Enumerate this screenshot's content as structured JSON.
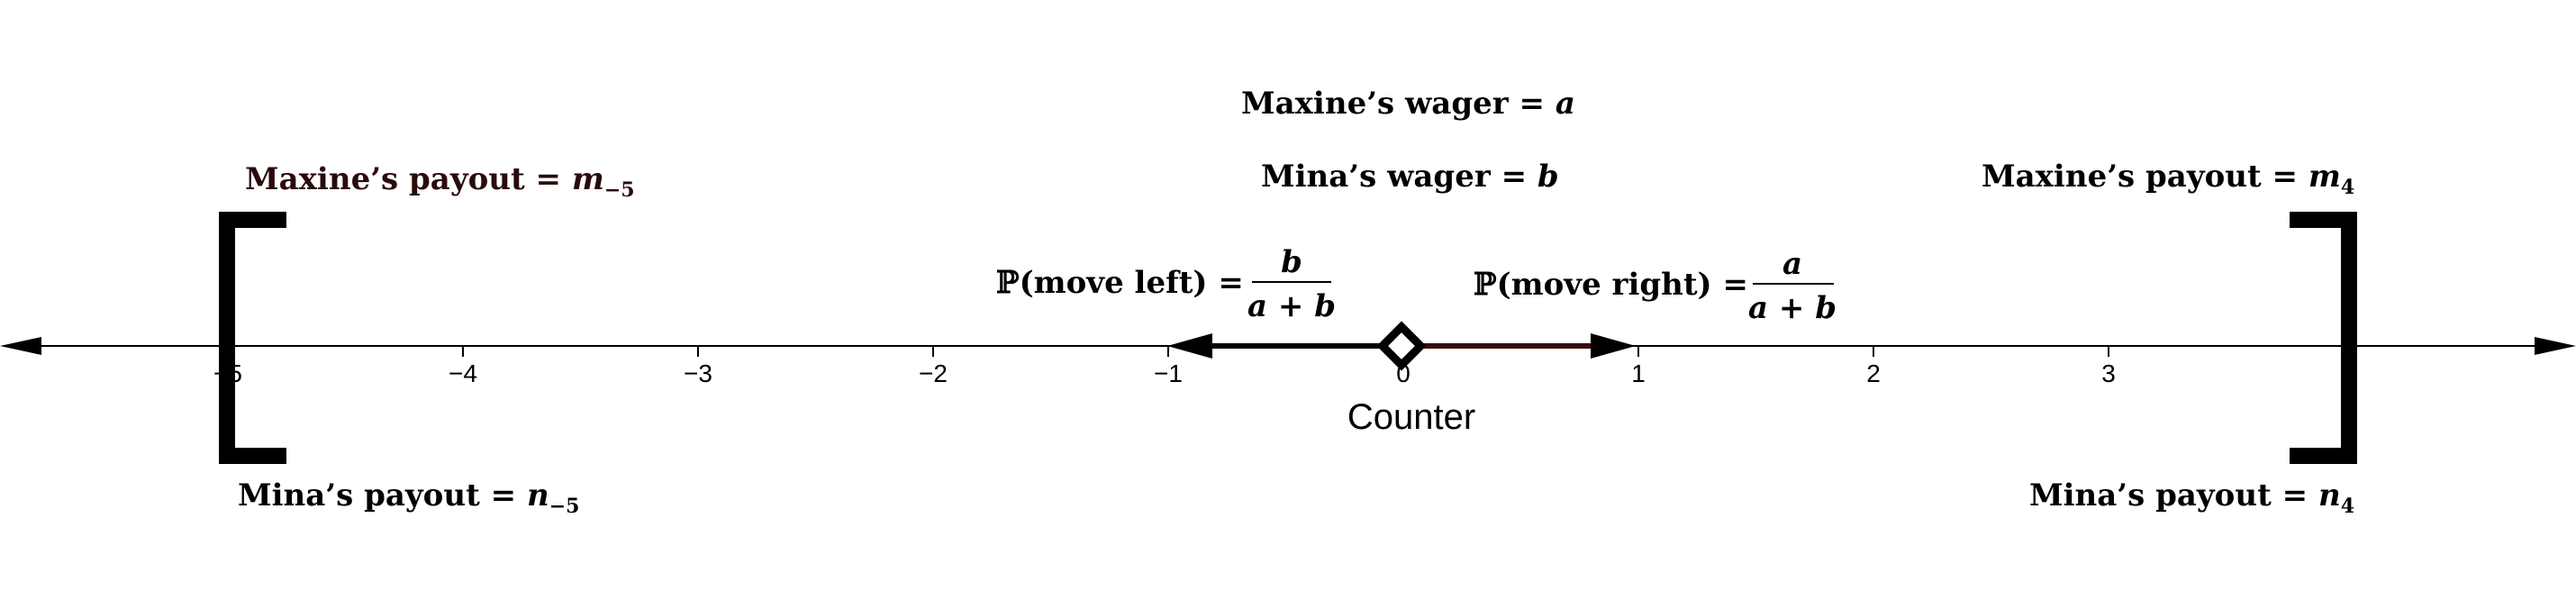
{
  "labels": {
    "maxine_wager_lhs": "Maxine’s wager = ",
    "maxine_wager_var": "a",
    "mina_wager_lhs": "Mina’s wager = ",
    "mina_wager_var": "b",
    "left_top_lhs": "Maxine’s payout = ",
    "left_top_var": "m",
    "left_top_sub": "−5",
    "left_bottom_lhs": "Mina’s payout = ",
    "left_bottom_var": "n",
    "left_bottom_sub": "−5",
    "right_top_lhs": "Maxine’s payout = ",
    "right_top_var": "m",
    "right_top_sub": "4",
    "right_bottom_lhs": "Mina’s payout = ",
    "right_bottom_var": "n",
    "right_bottom_sub": "4",
    "prob_left_lhs": "ℙ(move left) = ",
    "prob_left_num": "b",
    "prob_left_den": "a + b",
    "prob_right_lhs": "ℙ(move right) = ",
    "prob_right_num": "a",
    "prob_right_den": "a + b",
    "counter": "Counter"
  },
  "axis": {
    "ticks": [
      {
        "value": -5,
        "label": "−5"
      },
      {
        "value": -4,
        "label": "−4"
      },
      {
        "value": -3,
        "label": "−3"
      },
      {
        "value": -2,
        "label": "−2"
      },
      {
        "value": -1,
        "label": "−1"
      },
      {
        "value": 0,
        "label": "0"
      },
      {
        "value": 1,
        "label": "1"
      },
      {
        "value": 2,
        "label": "2"
      },
      {
        "value": 3,
        "label": "3"
      }
    ],
    "left_boundary": -5,
    "right_boundary": 4,
    "counter_position": 0,
    "move_left_to": -1,
    "move_right_to": 1
  },
  "colors": {
    "ink": "#000000",
    "right_arrow": "#3a0a0a",
    "left_payout_text": "#2a0a0a"
  }
}
